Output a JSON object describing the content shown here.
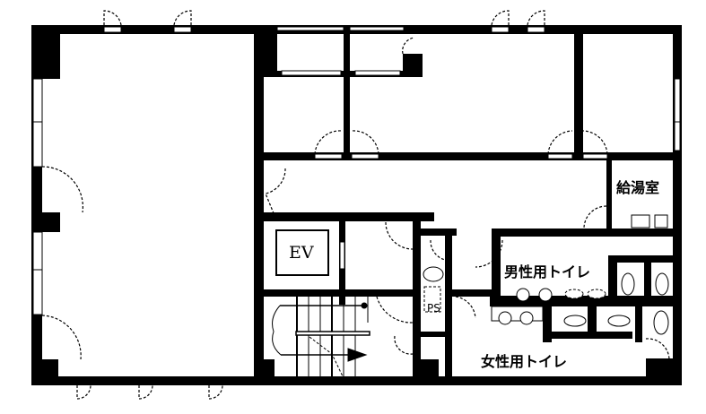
{
  "plan": {
    "type": "floor-plan",
    "colors": {
      "wall": "#000000",
      "background": "#ffffff",
      "door_arc": "#000000"
    },
    "rooms": {
      "kitchenette": {
        "label": "給湯室"
      },
      "mens_toilet": {
        "label": "男性用トイレ"
      },
      "womens_toilet": {
        "label": "女性用トイレ"
      },
      "elevator": {
        "label": "EV"
      },
      "pipe_shaft": {
        "label": "PS"
      }
    }
  }
}
